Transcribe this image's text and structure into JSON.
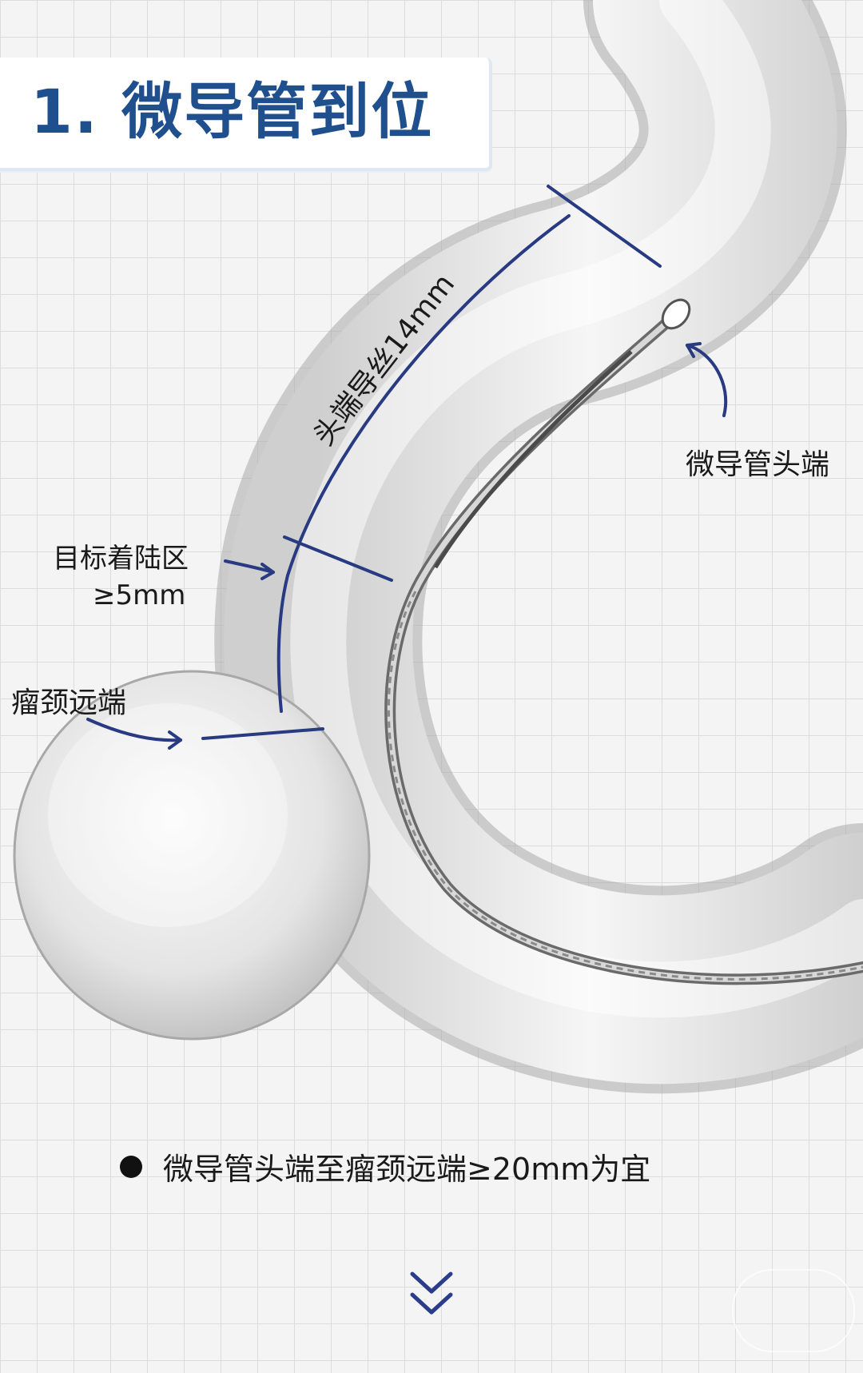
{
  "title": "1. 微导管到位",
  "labels": {
    "tip_wire": "头端导丝14mm",
    "catheter_tip": "微导管头端",
    "landing_zone_line1": "目标着陆区",
    "landing_zone_line2": "≥5mm",
    "neck_distal": "瘤颈远端"
  },
  "note": "微导管头端至瘤颈远端≥20mm为宜",
  "icons": {
    "bullet": "filled-circle-icon",
    "scroll_hint": "double-chevron-down-icon"
  },
  "colors": {
    "title": "#1f4f8c",
    "annotation_line": "#283a82",
    "text": "#1a1a1a"
  }
}
